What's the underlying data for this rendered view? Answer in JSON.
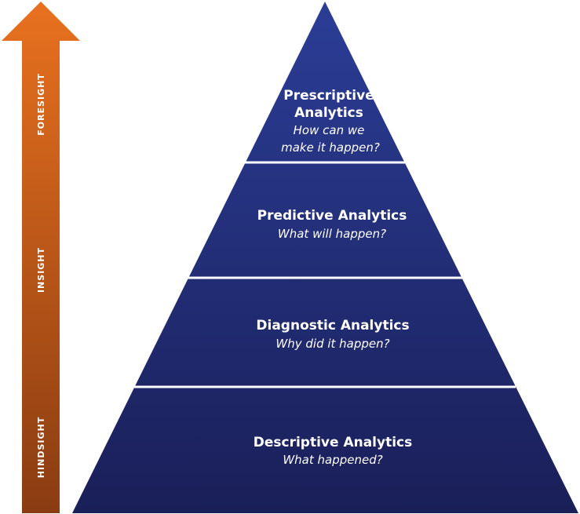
{
  "colors": {
    "arrow_top": "#e8711f",
    "arrow_bottom": "#8a3c12",
    "pyramid_top": "#2b3d96",
    "pyramid_bottom": "#1a1f58",
    "divider": "#ffffff"
  },
  "arrow": {
    "labels": {
      "top": "FORESIGHT",
      "middle": "INSIGHT",
      "bottom": "HINDSIGHT"
    }
  },
  "pyramid": {
    "tiers": [
      {
        "title_lines": [
          "Prescriptive",
          "Analytics"
        ],
        "question_lines": [
          "How can we",
          "make it happen?"
        ]
      },
      {
        "title_lines": [
          "Predictive Analytics"
        ],
        "question_lines": [
          "What will happen?"
        ]
      },
      {
        "title_lines": [
          "Diagnostic Analytics"
        ],
        "question_lines": [
          "Why did it happen?"
        ]
      },
      {
        "title_lines": [
          "Descriptive Analytics"
        ],
        "question_lines": [
          "What happened?"
        ]
      }
    ]
  }
}
